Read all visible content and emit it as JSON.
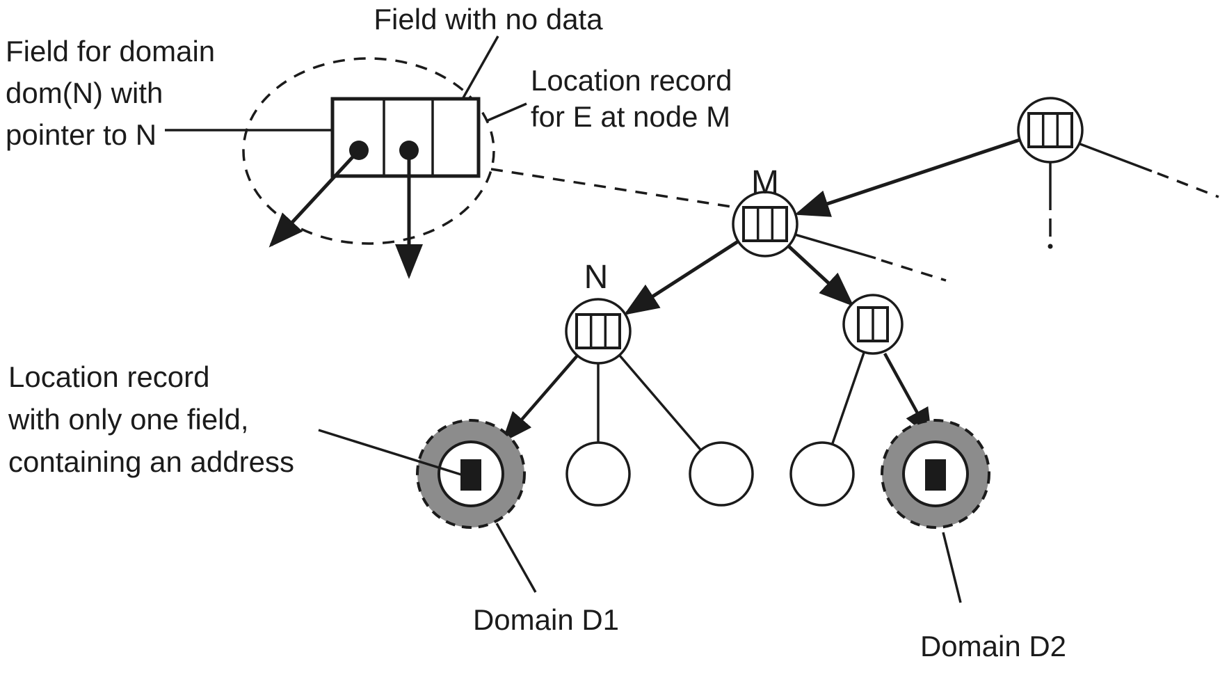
{
  "labels": {
    "field_for_domain": [
      "Field for domain",
      "dom(N) with",
      "pointer to N"
    ],
    "field_with_no_data": "Field with no data",
    "location_record_m": [
      "Location record",
      "for E at node M"
    ],
    "node_m": "M",
    "node_n": "N",
    "location_record_one_field": [
      "Location record",
      "with only one field,",
      "containing an address"
    ],
    "domain_d1": "Domain D1",
    "domain_d2": "Domain D2"
  },
  "colors": {
    "ink": "#1b1b1b",
    "domain_ring_gray": "#8c8c8c",
    "node_fill": "#ffffff",
    "background": "#ffffff"
  }
}
